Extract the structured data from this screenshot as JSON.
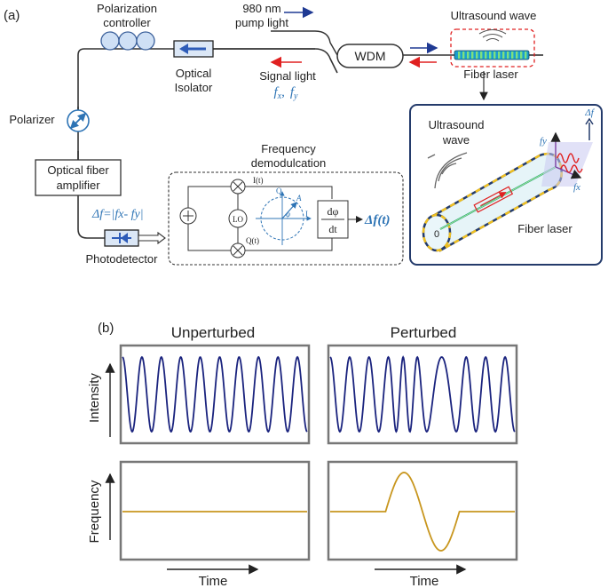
{
  "panel_a": {
    "panel_label": "(a)",
    "pump_light": {
      "line1": "980 nm",
      "line2": "pump light"
    },
    "polarization_controller": {
      "line1": "Polarization",
      "line2": "controller"
    },
    "ultrasound_wave_top": "Ultrasound wave",
    "wdm": "WDM",
    "fiber_laser_top": "Fiber laser",
    "optical_isolator": {
      "line1": "Optical",
      "line2": "Isolator"
    },
    "signal_light": {
      "line1": "Signal light",
      "fx": "f",
      "fx_sub": "x",
      "sep": ",",
      "fy": "f",
      "fy_sub": "y"
    },
    "polarizer": "Polarizer",
    "optical_fiber_amplifier": {
      "line1": "Optical fiber",
      "line2": "amplifier"
    },
    "frequency_demod": {
      "line1": "Frequency",
      "line2": "demodulcation"
    },
    "delta_f_eq": "Δf=|fx- fy|",
    "photodetector": "Photodetector",
    "demod": {
      "I": "I(t)",
      "Q": "Q(t)",
      "LO": "LO",
      "axis_Q": "Q",
      "axis_I": "I",
      "A": "A",
      "phi": "φ",
      "dphi": "dφ",
      "dt": "dt",
      "output": "Δf(t)"
    },
    "inset": {
      "ultrasound_line1": "Ultrasound",
      "ultrasound_line2": "wave",
      "fiber_laser": "Fiber laser",
      "fy": "fy",
      "fx": "fx",
      "delta_f": "Δf",
      "core": "0"
    }
  },
  "panel_b": {
    "panel_label": "(b)",
    "col_left": "Unperturbed",
    "col_right": "Perturbed",
    "ylabel_top": "Intensity",
    "ylabel_bottom": "Frequency",
    "xlabel": "Time"
  },
  "colors": {
    "wave": "#1a237e",
    "frequency": "#c8961e",
    "accent_blue": "#2e74b5",
    "signal_red": "#e02020"
  }
}
